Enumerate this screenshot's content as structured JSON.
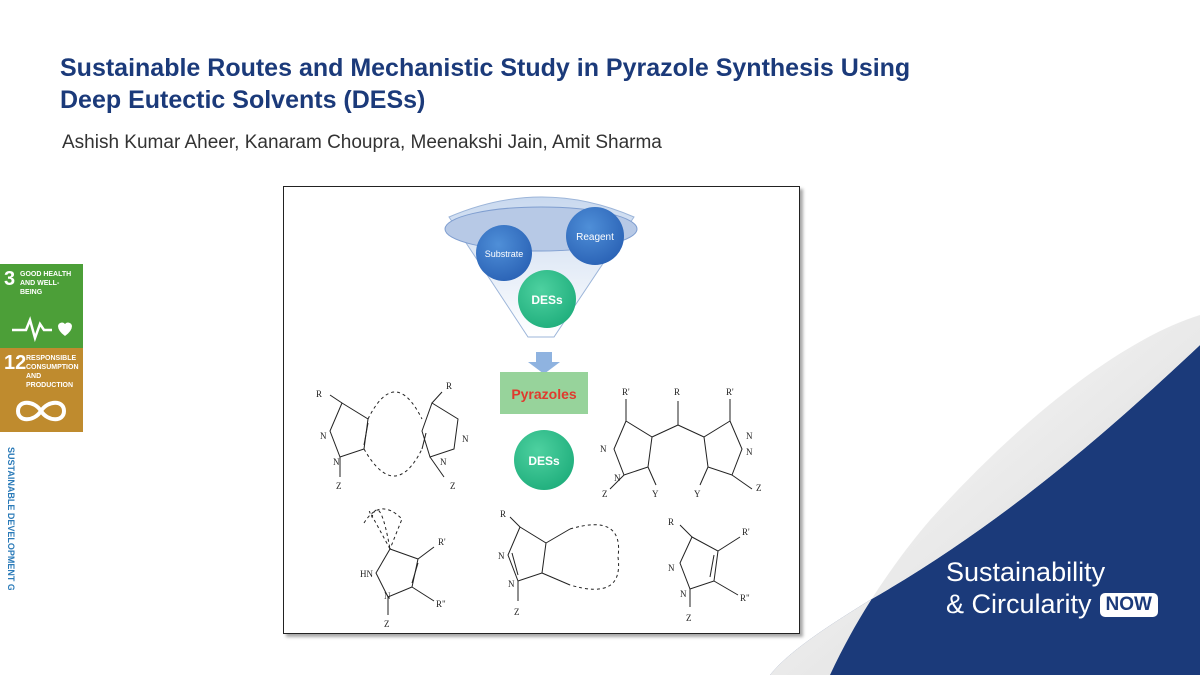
{
  "paper": {
    "title_line1": "Sustainable Routes and Mechanistic Study in Pyrazole Synthesis Using",
    "title_line2": "Deep Eutectic Solvents (DESs)",
    "authors": "Ashish Kumar Aheer, Kanaram Choupra, Meenakshi Jain, Amit Sharma"
  },
  "sdg": {
    "goal3_number": "3",
    "goal3_text": "GOOD HEALTH AND WELL-BEING",
    "goal12_number": "12",
    "goal12_text": "RESPONSIBLE CONSUMPTION AND PRODUCTION",
    "logo_text": "SUSTAINABLE DEVELOPMENT GOALS",
    "goal3_color": "#4c9f38",
    "goal12_color": "#bf8b2e"
  },
  "figure": {
    "funnel_substrate": "Substrate",
    "funnel_reagent": "Reagent",
    "funnel_des": "DESs",
    "product_label": "Pyrazoles",
    "center_des": "DESs",
    "atoms": {
      "R": "R",
      "R1": "R'",
      "R2": "R\"",
      "N": "N",
      "Z": "Z",
      "Y": "Y",
      "HN": "HN"
    }
  },
  "branding": {
    "line1": "Sustainability",
    "line2": "& Circularity",
    "badge": "NOW",
    "accent_color": "#1b3a7a"
  }
}
